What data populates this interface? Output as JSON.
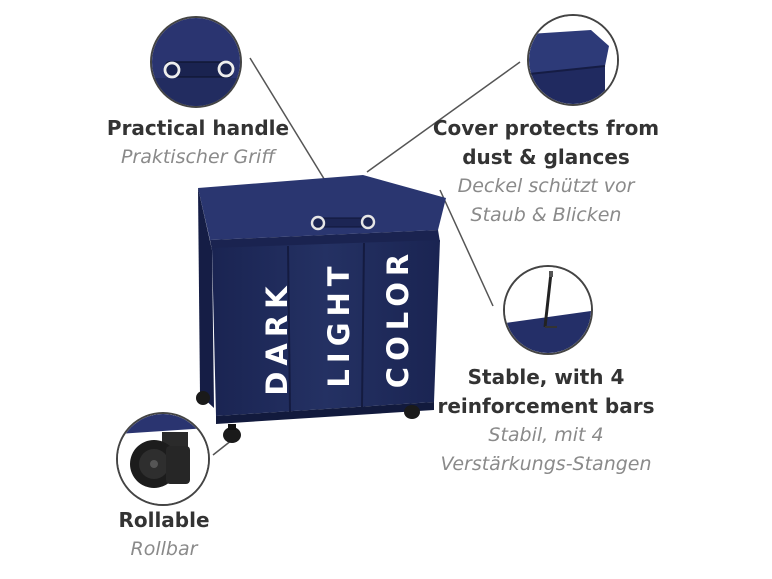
{
  "product": {
    "compartment_labels": [
      "DARK",
      "LIGHT",
      "COLOR"
    ],
    "body_color": "#1f2a5c",
    "lettering_color": "#ffffff"
  },
  "features": {
    "handle": {
      "en": "Practical handle",
      "de": "Praktischer Griff",
      "icon": "handle-icon"
    },
    "cover": {
      "en_line1": "Cover protects from",
      "en_line2": "dust & glances",
      "de_line1": "Deckel schützt vor",
      "de_line2": "Staub & Blicken",
      "icon": "lid-icon"
    },
    "stable": {
      "en_line1": "Stable, with 4",
      "en_line2": "reinforcement bars",
      "de_line1": "Stabil, mit 4",
      "de_line2": "Verstärkungs-Stangen",
      "icon": "reinforcement-bar-icon"
    },
    "rollable": {
      "en": "Rollable",
      "de": "Rollbar",
      "icon": "caster-wheel-icon"
    }
  },
  "colors": {
    "caption_primary": "#333333",
    "caption_secondary": "#8a8a8a",
    "leader_line": "#555555"
  }
}
